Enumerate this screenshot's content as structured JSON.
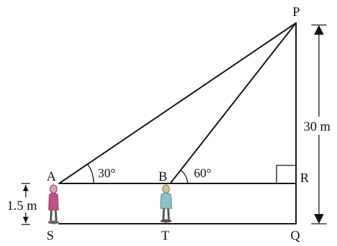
{
  "points": {
    "P": "P",
    "A": "A",
    "B": "B",
    "R": "R",
    "S": "S",
    "T": "T",
    "Q": "Q"
  },
  "angles": {
    "at_A": "30°",
    "at_B": "60°"
  },
  "measures": {
    "height_PQ": "30 m",
    "observer_height": "1.5 m"
  },
  "colors": {
    "line": "#111111",
    "person_A_shirt": "#c0508a",
    "person_B_shirt": "#8cc4c8"
  },
  "icons": {
    "person_at_A": "person-standing-icon",
    "person_at_B": "person-standing-icon"
  }
}
